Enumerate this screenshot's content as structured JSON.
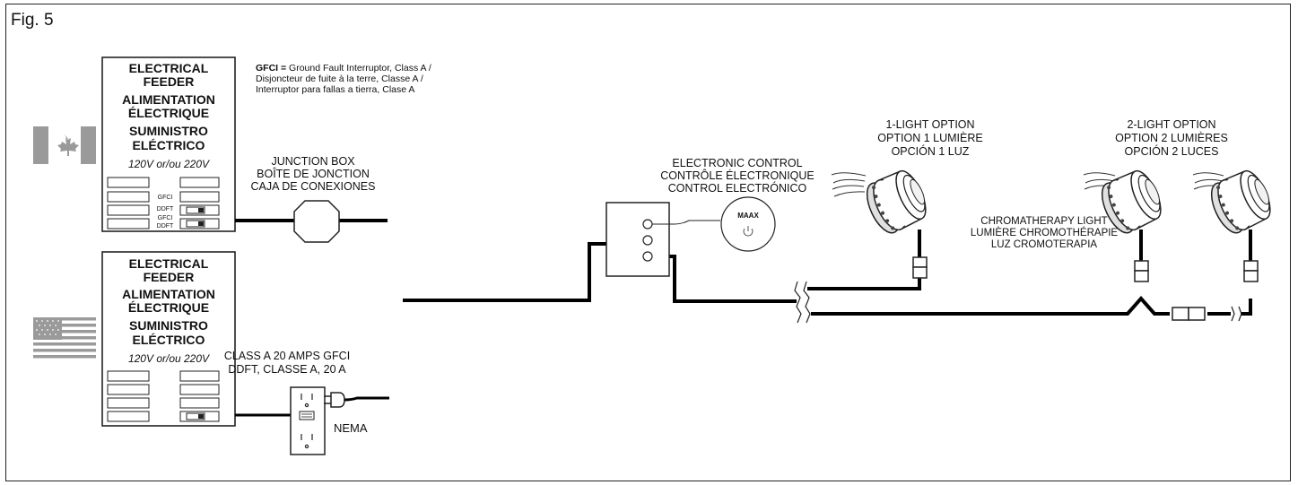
{
  "figure": {
    "label": "Fig. 5"
  },
  "gfci_note": {
    "term": "GFCI =",
    "lines": [
      " Ground Fault Interruptor, Class A /",
      "Disjoncteur de fuite à la terre, Classe A /",
      "Interruptor para fallas a tierra, Clase A"
    ]
  },
  "feeder_top": {
    "title_lines": [
      "ELECTRICAL",
      "FEEDER",
      "ALIMENTATION",
      "ÉLECTRIQUE",
      "SUMINISTRO",
      "ELÉCTRICO"
    ],
    "voltage": "120V or/ou 220V",
    "breaker_labels": [
      "GFCI",
      "DDFT",
      "GFCI",
      "DDFT"
    ]
  },
  "feeder_bottom": {
    "title_lines": [
      "ELECTRICAL",
      "FEEDER",
      "ALIMENTATION",
      "ÉLECTRIQUE",
      "SUMINISTRO",
      "ELÉCTRICO"
    ],
    "voltage": "120V or/ou 220V"
  },
  "junction_box": {
    "lines": [
      "JUNCTION BOX",
      "BOÎTE DE JONCTION",
      "CAJA DE CONEXIONES"
    ]
  },
  "outlet": {
    "lines": [
      "CLASS A 20 AMPS GFCI",
      "DDFT, CLASSE A, 20 A"
    ],
    "nema": "NEMA"
  },
  "control": {
    "lines": [
      "ELECTRONIC CONTROL",
      "CONTRÔLE ÉLECTRONIQUE",
      "CONTROL ELECTRÓNICO"
    ],
    "brand": "MAAX"
  },
  "light1": {
    "lines": [
      "1-LIGHT OPTION",
      "OPTION 1 LUMIÈRE",
      "OPCIÓN 1 LUZ"
    ]
  },
  "light2": {
    "lines": [
      "2-LIGHT OPTION",
      "OPTION 2 LUMIÈRES",
      "OPCIÓN 2 LUCES"
    ]
  },
  "chroma": {
    "lines": [
      "CHROMATHERAPY LIGHT",
      "LUMIÈRE CHROMOTHÉRAPIE",
      "LUZ CROMOTERAPIA"
    ]
  },
  "colors": {
    "wire": "#000000",
    "flag_gray": "#9a9a9a",
    "panel_stroke": "#222222"
  },
  "icons": [
    "canada-flag-icon",
    "usa-flag-icon",
    "power-icon",
    "plug-icon",
    "light-fixture-icon"
  ]
}
